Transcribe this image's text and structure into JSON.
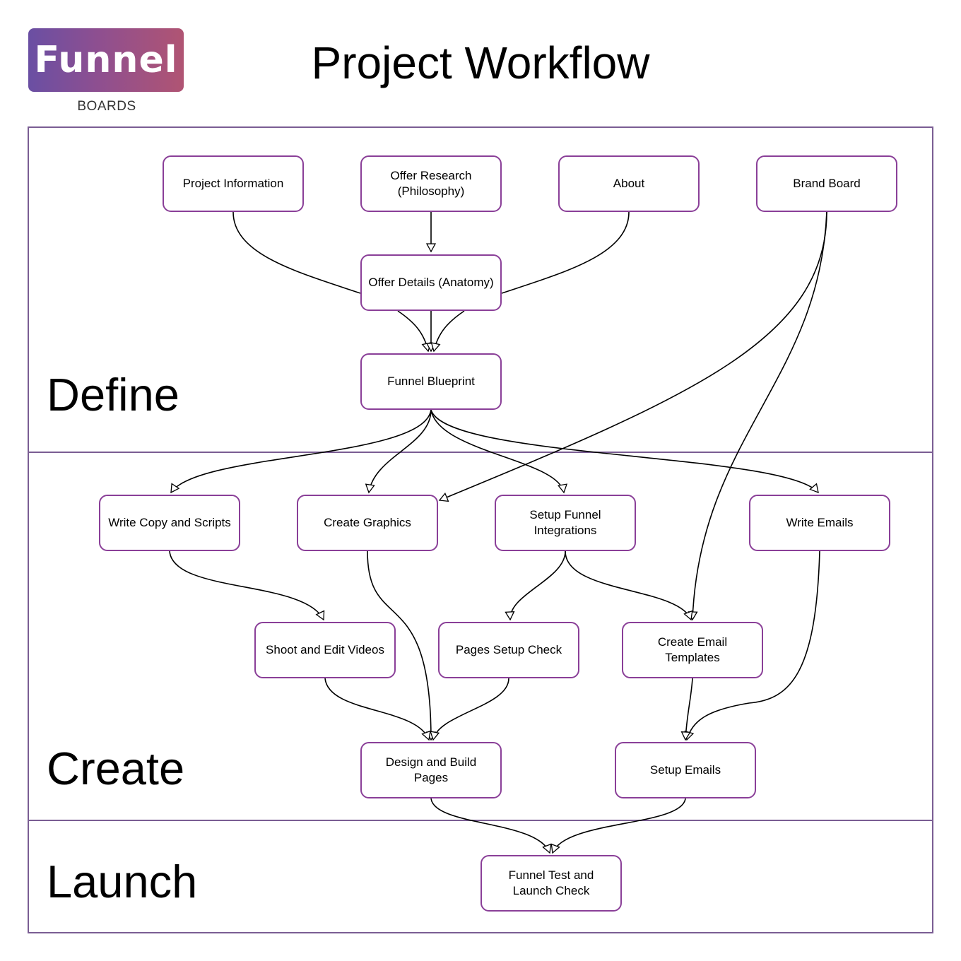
{
  "logo": {
    "name": "Funnel",
    "subtitle": "BOARDS"
  },
  "title": "Project Workflow",
  "colors": {
    "frame": "#7a5d93",
    "node_border": "#8a3f98",
    "logo_start": "#6a4fa3",
    "logo_end": "#b05473"
  },
  "sections": [
    {
      "id": "define",
      "label": "Define"
    },
    {
      "id": "create",
      "label": "Create"
    },
    {
      "id": "launch",
      "label": "Launch"
    }
  ],
  "nodes": [
    {
      "id": "project-information",
      "label": "Project Information"
    },
    {
      "id": "offer-research",
      "label": "Offer Research\n(Philosophy)"
    },
    {
      "id": "about",
      "label": "About"
    },
    {
      "id": "brand-board",
      "label": "Brand Board"
    },
    {
      "id": "offer-details",
      "label": "Offer Details (Anatomy)"
    },
    {
      "id": "funnel-blueprint",
      "label": "Funnel Blueprint"
    },
    {
      "id": "write-copy",
      "label": "Write Copy and Scripts"
    },
    {
      "id": "create-graphics",
      "label": "Create Graphics"
    },
    {
      "id": "setup-funnel-integrations",
      "label": "Setup Funnel\nIntegrations"
    },
    {
      "id": "write-emails",
      "label": "Write Emails"
    },
    {
      "id": "shoot-edit-videos",
      "label": "Shoot and Edit Videos"
    },
    {
      "id": "pages-setup-check",
      "label": "Pages Setup Check"
    },
    {
      "id": "create-email-templates",
      "label": "Create Email\nTemplates"
    },
    {
      "id": "design-build-pages",
      "label": "Design and Build\nPages"
    },
    {
      "id": "setup-emails",
      "label": "Setup Emails"
    },
    {
      "id": "funnel-test-launch",
      "label": "Funnel Test and\nLaunch Check"
    }
  ],
  "edges": [
    {
      "from": "project-information",
      "to": "funnel-blueprint"
    },
    {
      "from": "offer-research",
      "to": "offer-details"
    },
    {
      "from": "about",
      "to": "funnel-blueprint"
    },
    {
      "from": "offer-details",
      "to": "funnel-blueprint"
    },
    {
      "from": "brand-board",
      "to": "create-graphics"
    },
    {
      "from": "brand-board",
      "to": "create-email-templates"
    },
    {
      "from": "funnel-blueprint",
      "to": "write-copy"
    },
    {
      "from": "funnel-blueprint",
      "to": "create-graphics"
    },
    {
      "from": "funnel-blueprint",
      "to": "setup-funnel-integrations"
    },
    {
      "from": "funnel-blueprint",
      "to": "write-emails"
    },
    {
      "from": "write-copy",
      "to": "shoot-edit-videos"
    },
    {
      "from": "create-graphics",
      "to": "design-build-pages"
    },
    {
      "from": "setup-funnel-integrations",
      "to": "pages-setup-check"
    },
    {
      "from": "setup-funnel-integrations",
      "to": "create-email-templates"
    },
    {
      "from": "write-emails",
      "to": "setup-emails"
    },
    {
      "from": "shoot-edit-videos",
      "to": "design-build-pages"
    },
    {
      "from": "pages-setup-check",
      "to": "design-build-pages"
    },
    {
      "from": "create-email-templates",
      "to": "setup-emails"
    },
    {
      "from": "design-build-pages",
      "to": "funnel-test-launch"
    },
    {
      "from": "setup-emails",
      "to": "funnel-test-launch"
    }
  ]
}
